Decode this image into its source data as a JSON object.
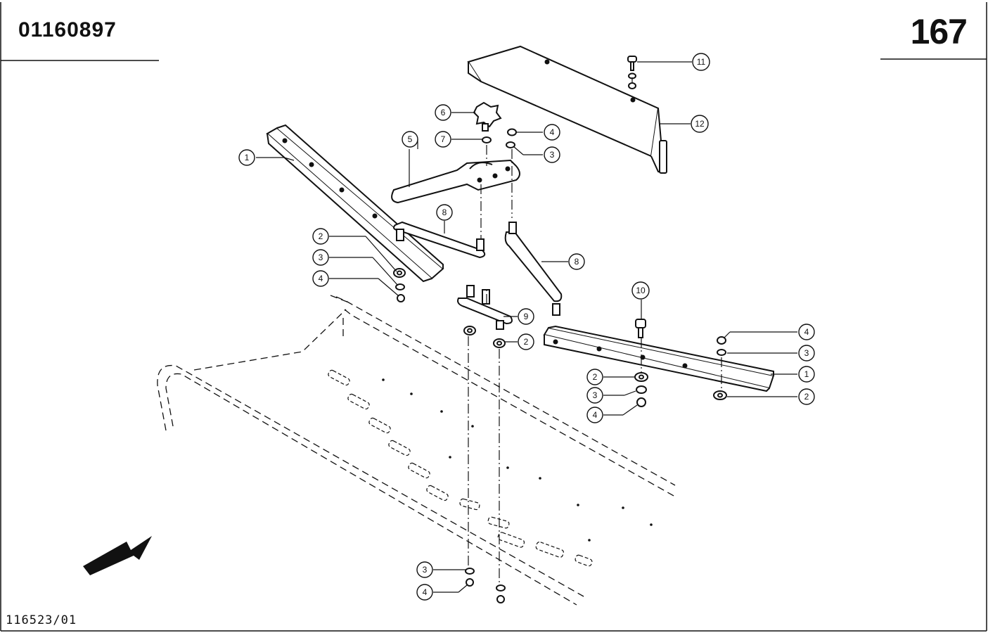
{
  "header": {
    "document_number": "01160897",
    "page_number": "167"
  },
  "footer": {
    "drawing_reference": "116523/01"
  },
  "icons": {
    "direction": "direction-arrow-icon"
  },
  "callouts": [
    {
      "label": "1"
    },
    {
      "label": "1"
    },
    {
      "label": "2"
    },
    {
      "label": "2"
    },
    {
      "label": "2"
    },
    {
      "label": "2"
    },
    {
      "label": "3"
    },
    {
      "label": "3"
    },
    {
      "label": "3"
    },
    {
      "label": "3"
    },
    {
      "label": "3"
    },
    {
      "label": "4"
    },
    {
      "label": "4"
    },
    {
      "label": "4"
    },
    {
      "label": "4"
    },
    {
      "label": "4"
    },
    {
      "label": "5"
    },
    {
      "label": "6"
    },
    {
      "label": "7"
    },
    {
      "label": "8"
    },
    {
      "label": "8"
    },
    {
      "label": "9"
    },
    {
      "label": "10"
    },
    {
      "label": "11"
    },
    {
      "label": "12"
    }
  ]
}
